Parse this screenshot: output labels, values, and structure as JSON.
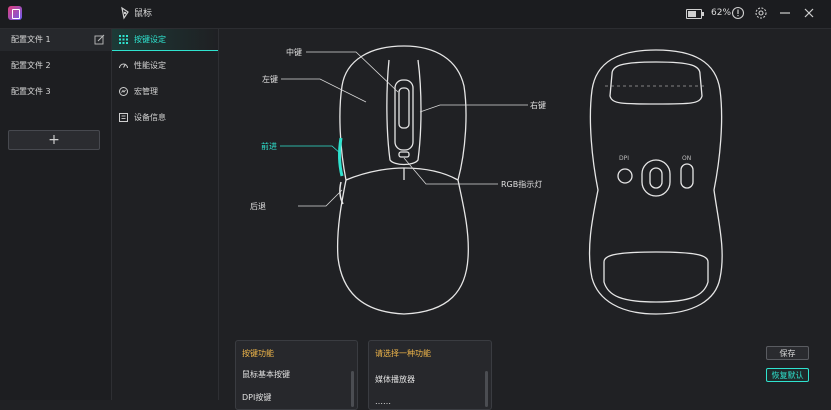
{
  "window": {
    "title": "鼠标",
    "battery_percent": "62%"
  },
  "profiles": {
    "items": [
      {
        "label": "配置文件 1",
        "active": true
      },
      {
        "label": "配置文件 2",
        "active": false
      },
      {
        "label": "配置文件 3",
        "active": false
      }
    ],
    "add_label": "+"
  },
  "nav": {
    "items": [
      {
        "label": "按键设定",
        "icon": "keys-grid-icon",
        "active": true
      },
      {
        "label": "性能设定",
        "icon": "performance-gauge-icon",
        "active": false
      },
      {
        "label": "宏管理",
        "icon": "macro-icon",
        "active": false
      },
      {
        "label": "设备信息",
        "icon": "device-info-icon",
        "active": false
      }
    ]
  },
  "mouse_callouts": {
    "middle": "中键",
    "left": "左键",
    "right": "右键",
    "forward": "前进",
    "back": "后退",
    "rgb": "RGB指示灯"
  },
  "mouse_bottom_labels": {
    "dpi": "DPI",
    "on": "ON"
  },
  "panels": {
    "key_function": {
      "title": "按键功能",
      "options": [
        "鼠标基本按键",
        "DPI按键"
      ]
    },
    "choose_function": {
      "title": "请选择一种功能",
      "options": [
        "媒体播放器",
        "……"
      ]
    }
  },
  "buttons": {
    "save": "保存",
    "restore": "恢复默认"
  },
  "colors": {
    "accent": "#2fe3cf",
    "panel_title": "#f0b64a",
    "background": "#202124"
  }
}
